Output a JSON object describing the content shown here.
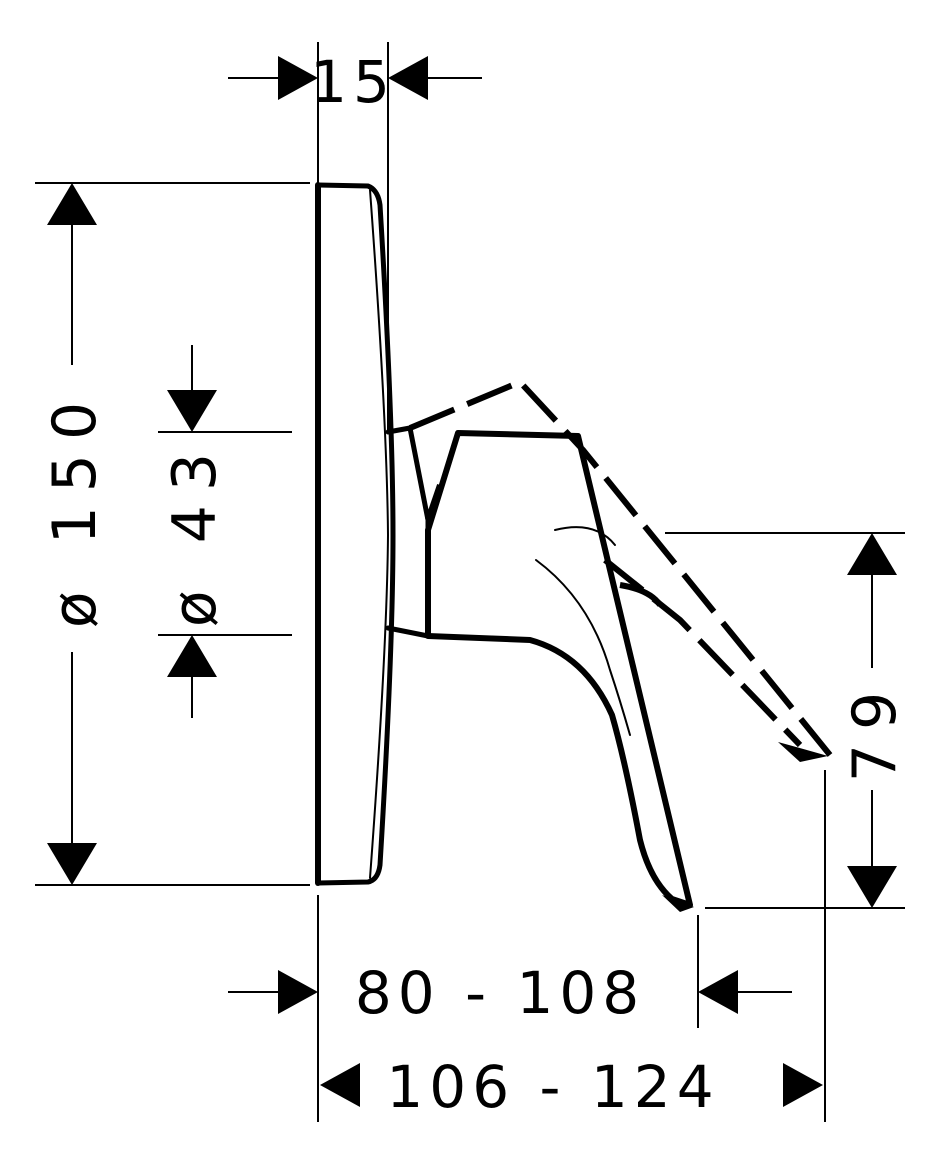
{
  "dimensions": {
    "top_width": "15",
    "plate_diameter": "ø 150",
    "cartridge_diameter": "ø 43",
    "handle_drop": "79",
    "projection_min": "80 - 108",
    "projection_max": "106 - 124"
  },
  "colors": {
    "ink": "#000000",
    "paper": "#ffffff"
  }
}
